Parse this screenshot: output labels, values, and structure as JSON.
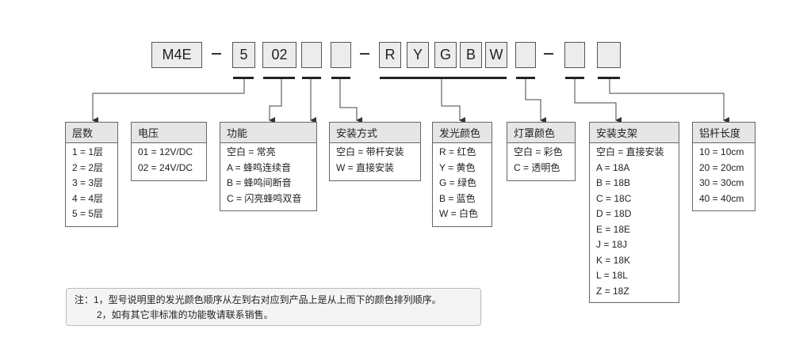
{
  "code": {
    "segments": [
      "M4E",
      "5",
      "02",
      "",
      "",
      "R",
      "Y",
      "G",
      "B",
      "W",
      "",
      "",
      ""
    ]
  },
  "panels": [
    {
      "title": "层数",
      "items": [
        "1 = 1层",
        "2 = 2层",
        "3 = 3层",
        "4 = 4层",
        "5 = 5层"
      ]
    },
    {
      "title": "电压",
      "items": [
        "01 = 12V/DC",
        "02 = 24V/DC"
      ]
    },
    {
      "title": "功能",
      "items": [
        "空白 = 常亮",
        "A = 蜂鸣连续音",
        "B = 蜂鸣间断音",
        "C = 闪亮蜂鸣双音"
      ]
    },
    {
      "title": "安装方式",
      "items": [
        "空白 = 带杆安装",
        "W = 直接安装"
      ]
    },
    {
      "title": "发光颜色",
      "items": [
        "R = 红色",
        "Y = 黄色",
        "G = 绿色",
        "B = 蓝色",
        "W = 白色"
      ]
    },
    {
      "title": "灯罩颜色",
      "items": [
        "空白 = 彩色",
        "C = 透明色"
      ]
    },
    {
      "title": "安装支架",
      "items": [
        "空白 = 直接安装",
        "A = 18A",
        "B = 18B",
        "C = 18C",
        "D = 18D",
        "E = 18E",
        "J = 18J",
        "K = 18K",
        "L = 18L",
        "Z = 18Z"
      ]
    },
    {
      "title": "铝杆长度",
      "items": [
        "10 = 10cm",
        "20 = 20cm",
        "30 = 30cm",
        "40 = 40cm"
      ]
    }
  ],
  "note": {
    "line1": "注：1，型号说明里的发光颜色顺序从左到右对应到产品上是从上而下的颜色排列顺序。",
    "line2": "2，如有其它非标准的功能敬请联系销售。"
  }
}
